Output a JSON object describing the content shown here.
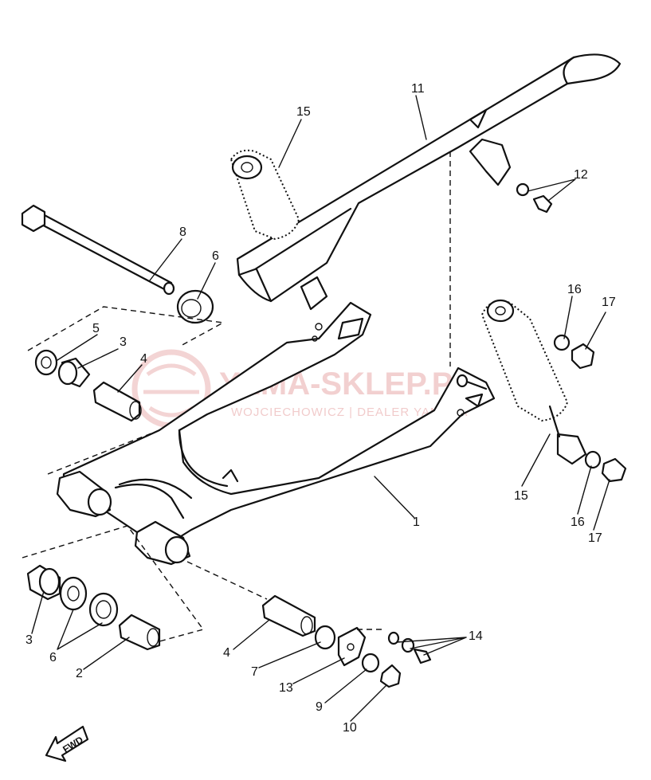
{
  "diagram": {
    "callouts": [
      {
        "id": "c11",
        "text": "11"
      },
      {
        "id": "c15a",
        "text": "15"
      },
      {
        "id": "c12",
        "text": "12"
      },
      {
        "id": "c8",
        "text": "8"
      },
      {
        "id": "c6a",
        "text": "6"
      },
      {
        "id": "c16a",
        "text": "16"
      },
      {
        "id": "c17a",
        "text": "17"
      },
      {
        "id": "c5",
        "text": "5"
      },
      {
        "id": "c3a",
        "text": "3"
      },
      {
        "id": "c4a",
        "text": "4"
      },
      {
        "id": "c15b",
        "text": "15"
      },
      {
        "id": "c16b",
        "text": "16"
      },
      {
        "id": "c17b",
        "text": "17"
      },
      {
        "id": "c1",
        "text": "1"
      },
      {
        "id": "c3b",
        "text": "3"
      },
      {
        "id": "c6b",
        "text": "6"
      },
      {
        "id": "c2",
        "text": "2"
      },
      {
        "id": "c4b",
        "text": "4"
      },
      {
        "id": "c7",
        "text": "7"
      },
      {
        "id": "c13",
        "text": "13"
      },
      {
        "id": "c9",
        "text": "9"
      },
      {
        "id": "c10",
        "text": "10"
      },
      {
        "id": "c14",
        "text": "14"
      }
    ],
    "fwd_label": "FWD"
  },
  "watermark": {
    "title": "YAMA-SKLEP.PL",
    "subtitle": "WOJCIECHOWICZ | DEALER YAMAHA",
    "color": "#e8aaaa"
  }
}
